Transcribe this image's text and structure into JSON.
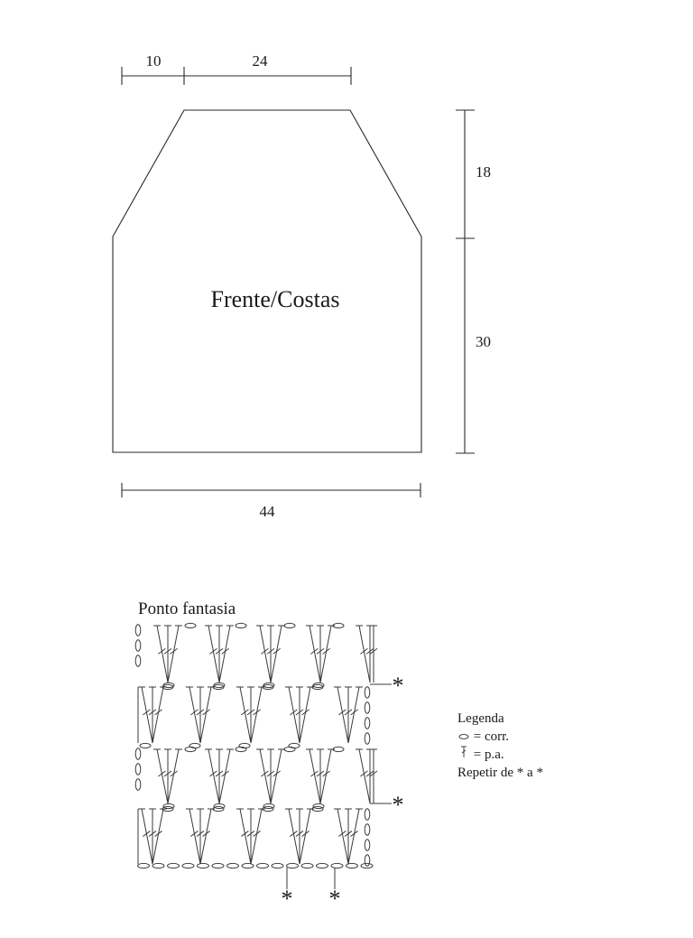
{
  "pattern": {
    "piece_label": "Frente/Costas",
    "dimensions": {
      "top_left": "10",
      "top_width": "24",
      "shoulder_height": "18",
      "body_height": "30",
      "bottom_width": "44"
    }
  },
  "stitch_chart": {
    "title": "Ponto fantasia",
    "repeat_marker": "*"
  },
  "legend": {
    "title": "Legenda",
    "chain_text": "= corr.",
    "dc_text": "= p.a.",
    "repeat_text": "Repetir de * a *",
    "chain_icon": "chain-oval-icon",
    "dc_icon": "double-crochet-icon"
  }
}
